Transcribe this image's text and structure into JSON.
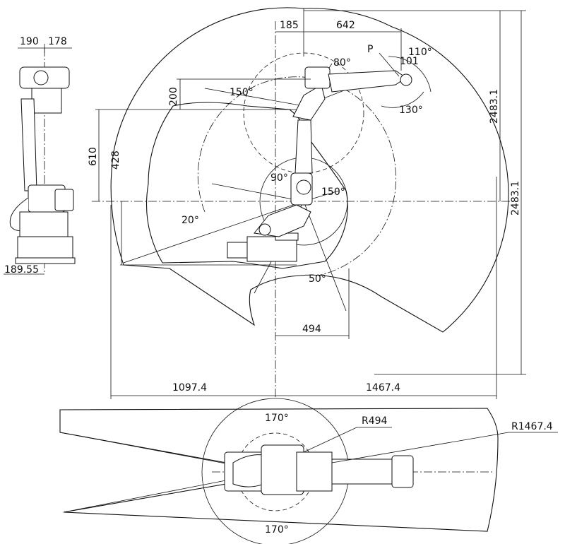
{
  "dimensions": {
    "side_width_a": "190",
    "side_width_b": "178",
    "side_base": "189.55",
    "top_offset": "185",
    "forearm_length": "642",
    "height_left": "610",
    "shoulder_height": "428",
    "wrist_offset": "200",
    "height_total_a": "2483.1",
    "height_total_b": "2483.1",
    "wrist_length": "101",
    "inner_radius_dim": "494",
    "reach_back": "1097.4",
    "reach_front": "1467.4",
    "plan_radius_inner": "R494",
    "plan_radius_outer": "R1467.4"
  },
  "angles": {
    "a80": "80°",
    "a110": "110°",
    "a130": "130°",
    "a150_top": "150°",
    "a90": "90°",
    "a150_mid": "150°",
    "a20": "20°",
    "a50": "50°",
    "a170_top": "170°",
    "a170_bottom": "170°"
  },
  "markers": {
    "point_p": "P"
  }
}
